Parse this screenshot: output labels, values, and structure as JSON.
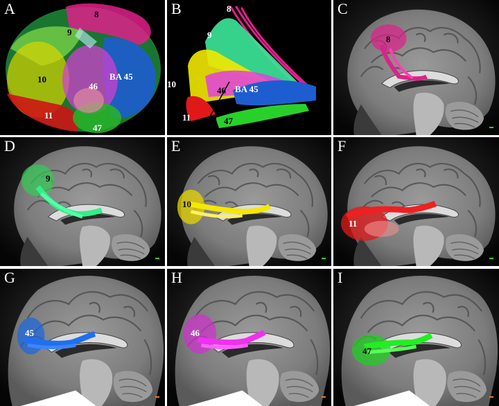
{
  "panels": {
    "A": {
      "letter": "A",
      "labels": {
        "r8": "8",
        "r9": "9",
        "r10": "10",
        "r46": "46",
        "r45": "BA 45",
        "r11": "11",
        "r47": "47"
      }
    },
    "B": {
      "letter": "B",
      "labels": {
        "r8": "8",
        "r9": "9",
        "r10": "10",
        "r46": "46",
        "r45": "BA 45",
        "r11": "11",
        "r47": "47"
      }
    },
    "C": {
      "letter": "C",
      "region": "8",
      "color": "#e0208a"
    },
    "D": {
      "letter": "D",
      "region": "9",
      "color": "#33dd66"
    },
    "E": {
      "letter": "E",
      "region": "10",
      "color": "#f5e000"
    },
    "F": {
      "letter": "F",
      "region": "11",
      "color": "#e01818"
    },
    "G": {
      "letter": "G",
      "region": "45",
      "color": "#1a66e0"
    },
    "H": {
      "letter": "H",
      "region": "46",
      "color": "#e020e0"
    },
    "I": {
      "letter": "I",
      "region": "47",
      "color": "#22dd22"
    }
  }
}
